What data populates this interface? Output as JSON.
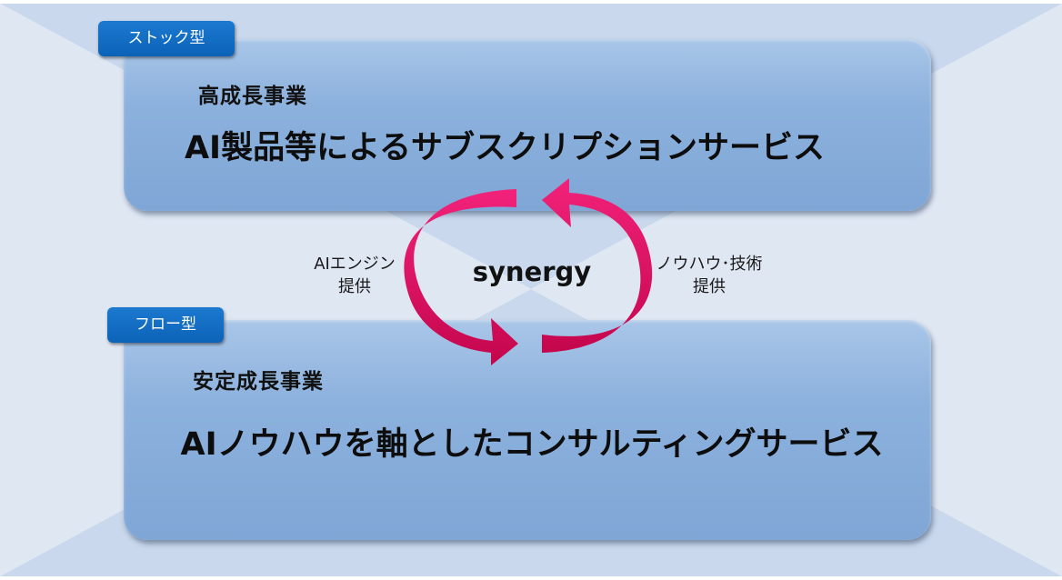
{
  "stock_section": {
    "tag_label": "ストック型",
    "subtitle": "高成長事業",
    "main_title": "AI製品等によるサブスクリプションサービス"
  },
  "flow_section": {
    "tag_label": "フロー型",
    "subtitle": "安定成長事業",
    "main_title": "AIノウハウを軸としたコンサルティングサービス"
  },
  "cycle": {
    "center_label": "synergy",
    "left_label_line1": "AIエンジン",
    "left_label_line2": "提供",
    "right_label_line1": "ノウハウ･技術",
    "right_label_line2": "提供"
  },
  "colors": {
    "background_band": "#c9d8ec",
    "panel_fill": "#8cb1dd",
    "tag_fill": "#0c63b8",
    "arrow_fill": "#e8125e"
  }
}
